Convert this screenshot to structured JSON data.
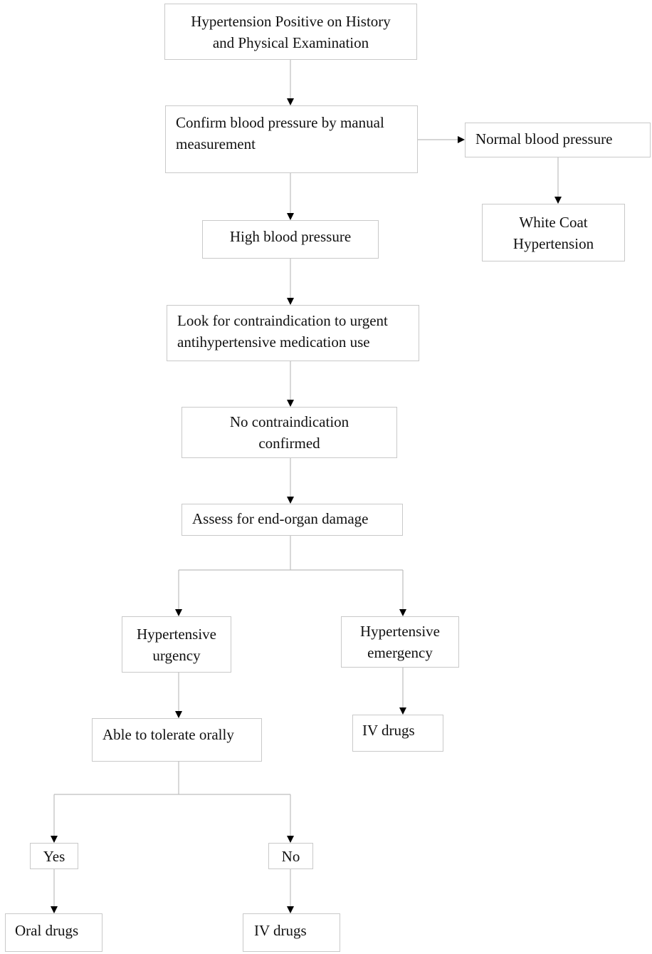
{
  "diagram": {
    "nodes": {
      "start": "Hypertension Positive on History\nand Physical Examination",
      "confirm": "Confirm blood pressure by manual\nmeasurement",
      "normal": "Normal blood pressure",
      "white_coat": "White Coat\nHypertension",
      "high": "High blood pressure",
      "look": "Look for contraindication to urgent\nantihypertensive medication use",
      "no_contra": "No contraindication\nconfirmed",
      "assess": "Assess for end-organ damage",
      "urgency": "Hypertensive\nurgency",
      "emergency": "Hypertensive\nemergency",
      "iv_drugs_emergency": "IV drugs",
      "tolerate": "Able to tolerate orally",
      "yes": "Yes",
      "no": "No",
      "oral_drugs": "Oral drugs",
      "iv_drugs_no": "IV drugs"
    },
    "edges": [
      [
        "start",
        "confirm"
      ],
      [
        "confirm",
        "normal"
      ],
      [
        "normal",
        "white_coat"
      ],
      [
        "confirm",
        "high"
      ],
      [
        "high",
        "look"
      ],
      [
        "look",
        "no_contra"
      ],
      [
        "no_contra",
        "assess"
      ],
      [
        "assess",
        "urgency"
      ],
      [
        "assess",
        "emergency"
      ],
      [
        "emergency",
        "iv_drugs_emergency"
      ],
      [
        "urgency",
        "tolerate"
      ],
      [
        "tolerate",
        "yes"
      ],
      [
        "tolerate",
        "no"
      ],
      [
        "yes",
        "oral_drugs"
      ],
      [
        "no",
        "iv_drugs_no"
      ]
    ]
  }
}
